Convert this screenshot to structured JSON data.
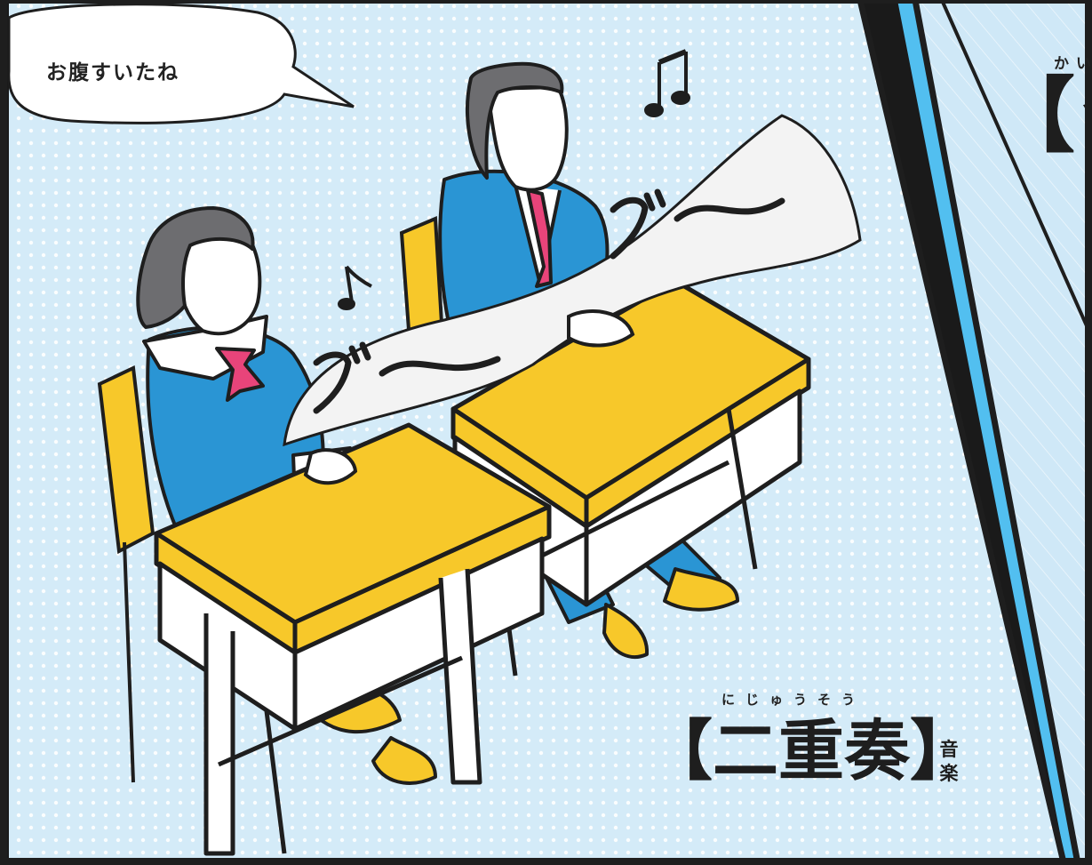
{
  "speech_bubble": {
    "text": "お腹すいたね"
  },
  "sound_effects": [
    "グ〜",
    "グ〜"
  ],
  "left_panel_title": {
    "ruby": "にじゅうそう",
    "word": "【二重奏】",
    "category": "音楽"
  },
  "right_panel_title": {
    "ruby": "かい",
    "word": "【皆"
  },
  "colors": {
    "panel_left_bg": "#d4ebf8",
    "panel_right_bg": "#cfe8f7",
    "gutter_blue": "#52bff0",
    "desk_yellow": "#f7c82a",
    "uniform_blue": "#2a95d4",
    "tie_pink": "#e8447a",
    "hair_gray": "#6d6d70",
    "outline": "#1e1e1e"
  }
}
